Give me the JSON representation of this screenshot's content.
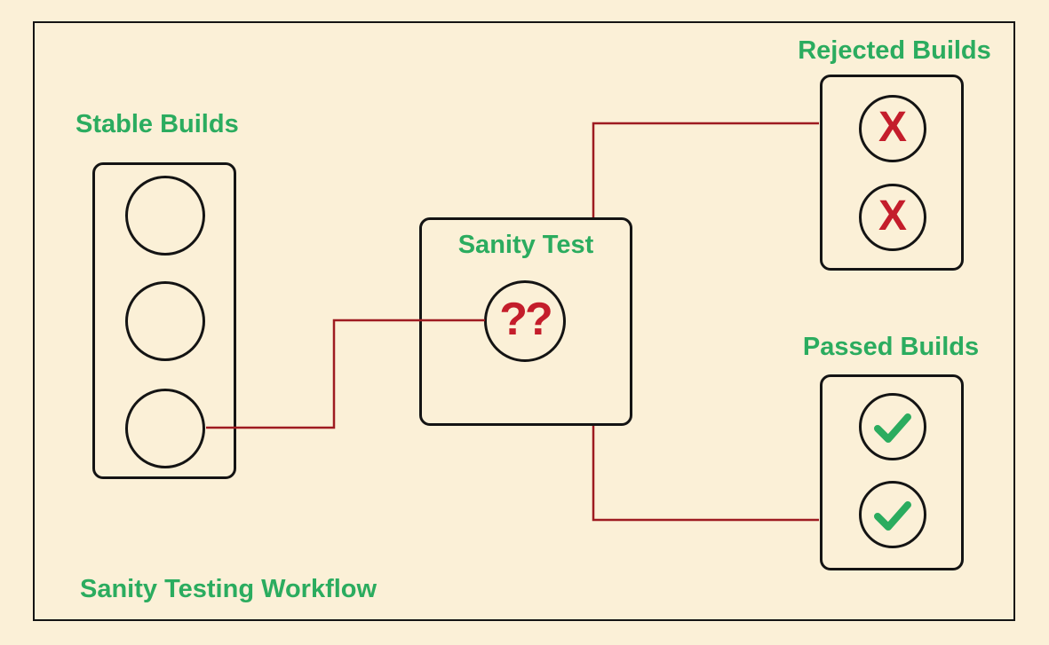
{
  "title": "Sanity Testing Workflow",
  "nodes": {
    "stable_builds": {
      "label": "Stable Builds",
      "build_count": 3
    },
    "sanity_test": {
      "label": "Sanity Test",
      "symbol": "??"
    },
    "rejected_builds": {
      "label": "Rejected Builds",
      "symbol": "X",
      "build_count": 2
    },
    "passed_builds": {
      "label": "Passed Builds",
      "build_count": 2
    }
  },
  "edges": [
    {
      "from": "stable_builds",
      "to": "sanity_test"
    },
    {
      "from": "sanity_test",
      "to": "rejected_builds"
    },
    {
      "from": "sanity_test",
      "to": "passed_builds"
    }
  ],
  "colors": {
    "background": "#FBF0D7",
    "label_green": "#2BAC5F",
    "symbol_crimson": "#C41D2B",
    "connector_red": "#9E1B21",
    "stroke_black": "#141414",
    "check_green": "#2BAC5F"
  }
}
